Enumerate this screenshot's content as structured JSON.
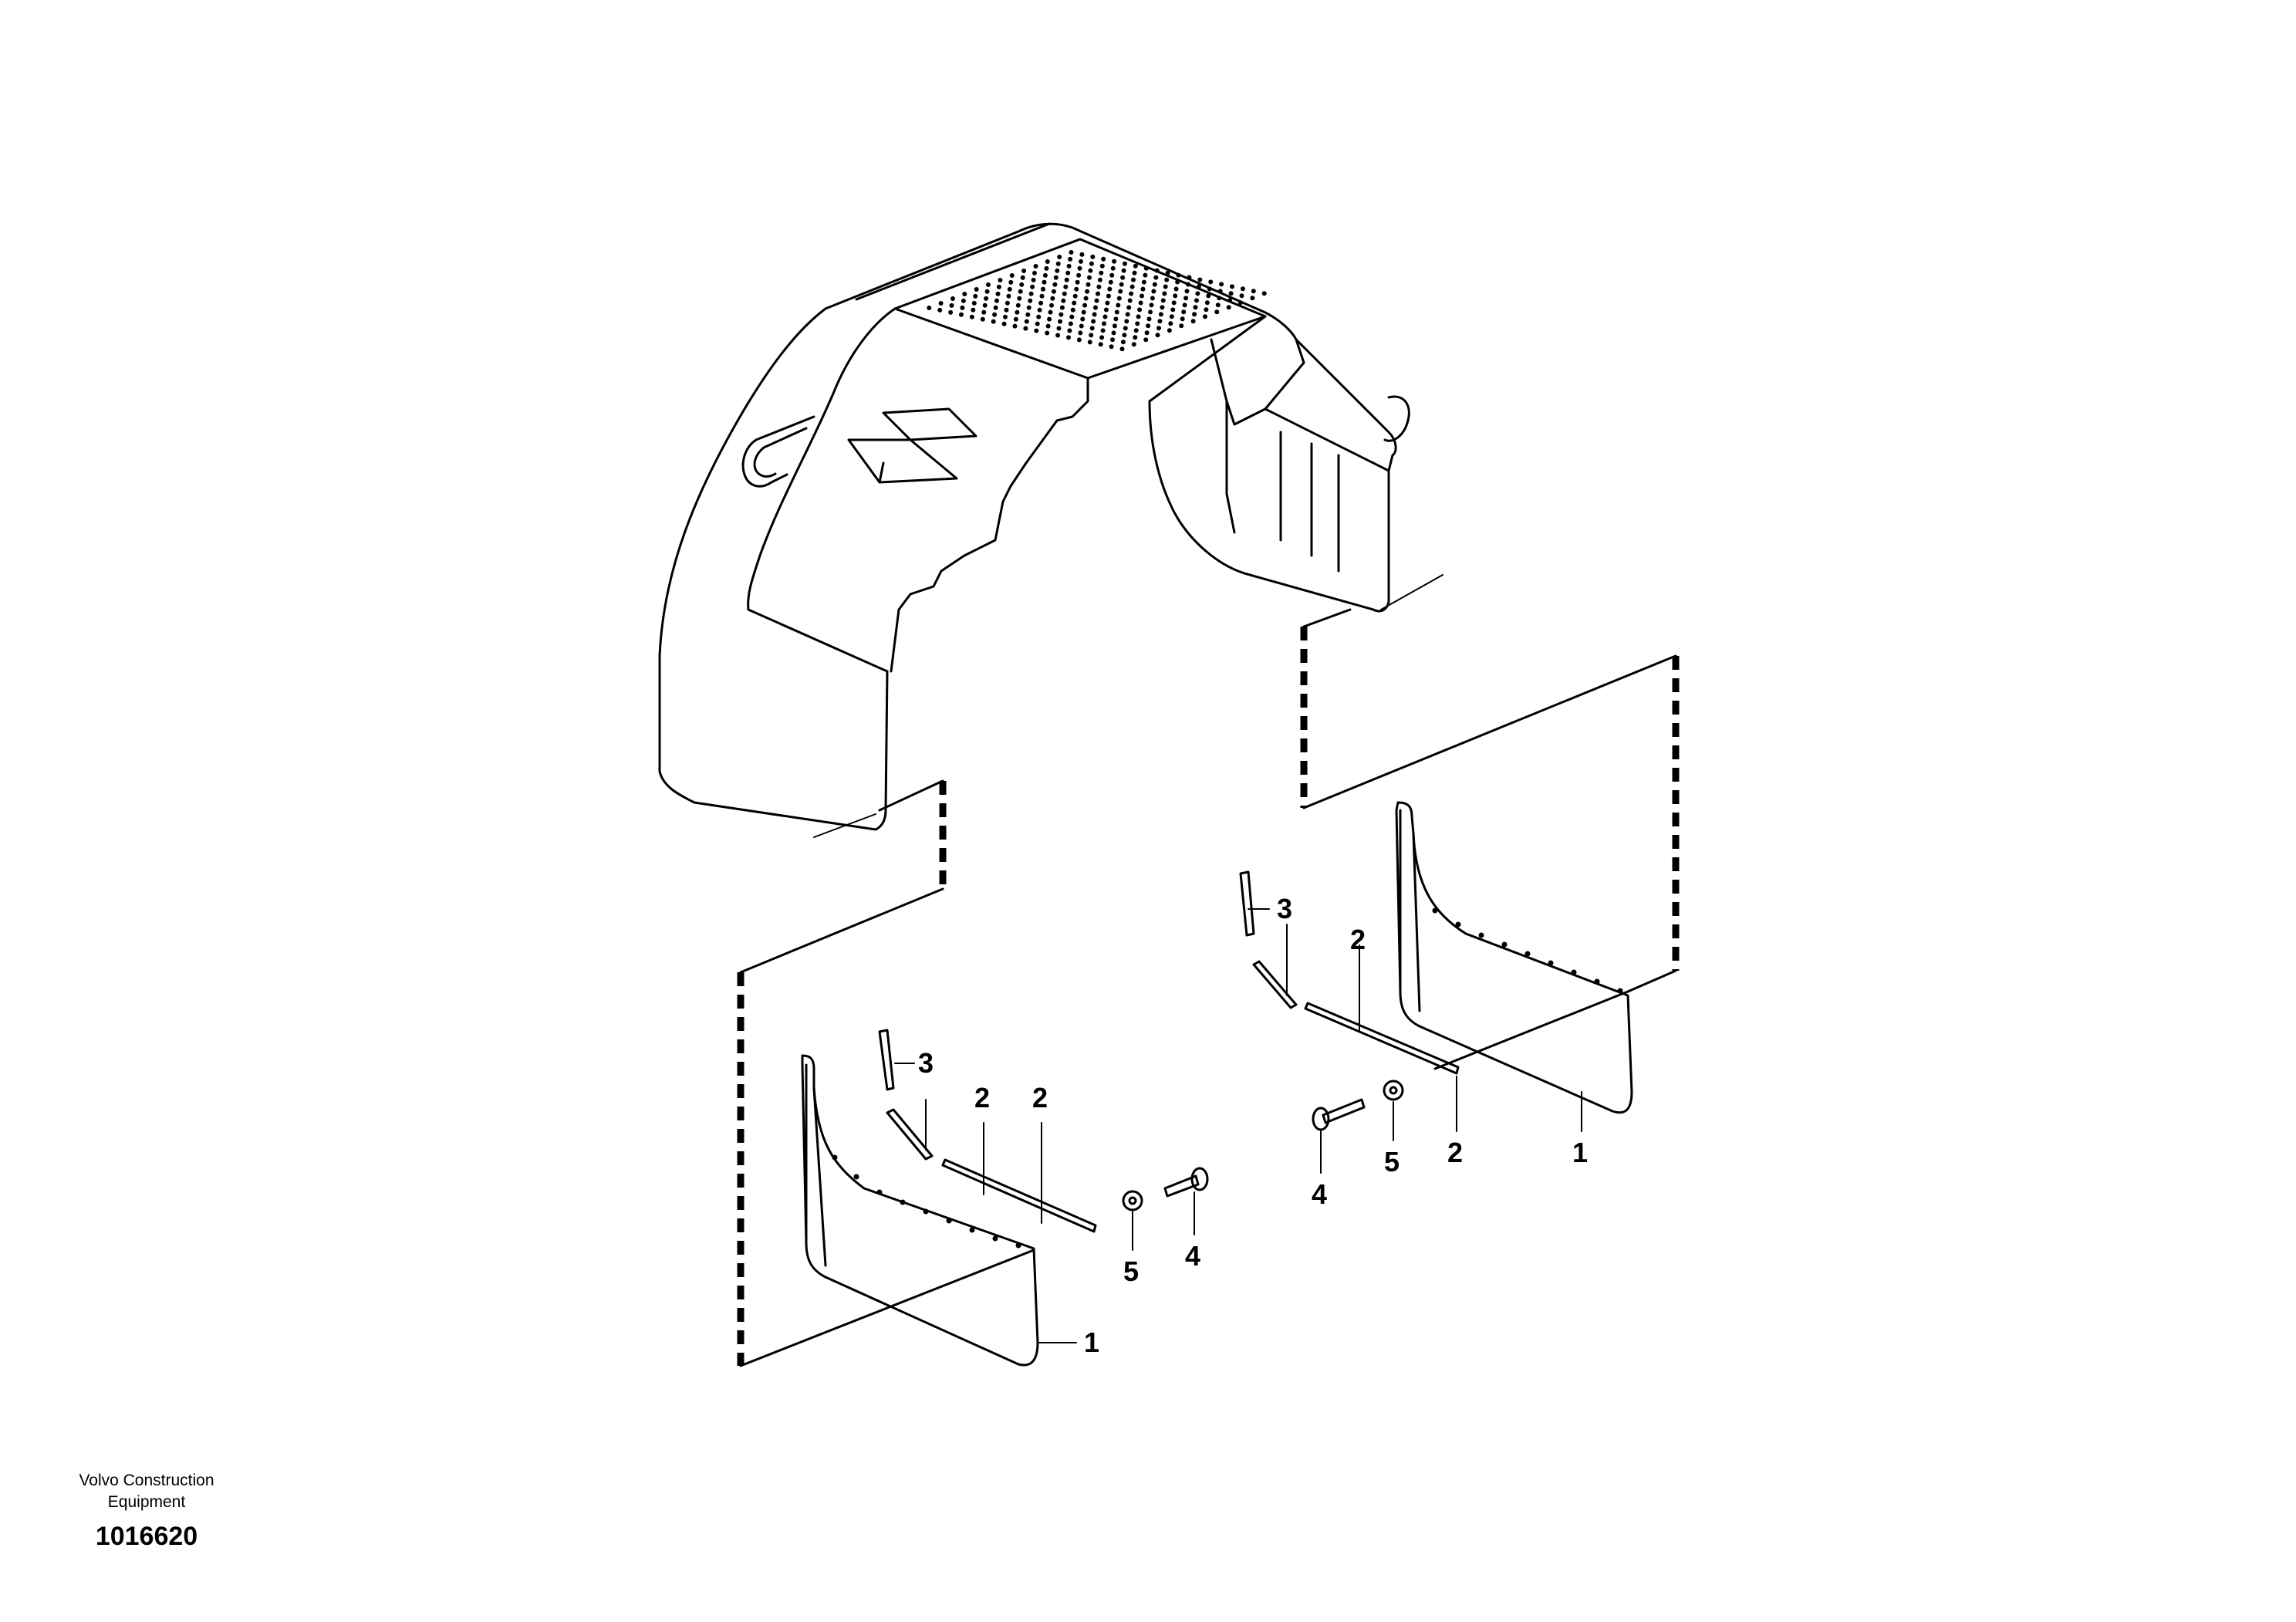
{
  "diagram": {
    "callouts": {
      "left_3": "3",
      "left_2a": "2",
      "left_2b": "2",
      "left_5": "5",
      "left_4": "4",
      "left_1": "1",
      "right_3": "3",
      "right_2a": "2",
      "right_2b": "2",
      "right_4": "4",
      "right_5": "5",
      "right_1": "1"
    }
  },
  "footer": {
    "company_line1": "Volvo Construction",
    "company_line2": "Equipment",
    "drawing_number": "1016620"
  }
}
